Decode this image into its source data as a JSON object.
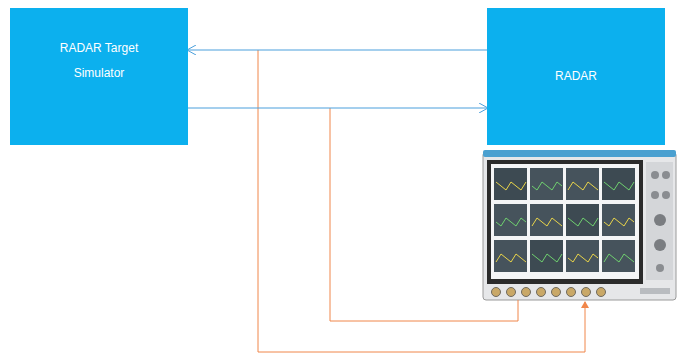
{
  "diagram": {
    "nodes": [
      {
        "text": [
          "RADAR Target Simulator"
        ]
      },
      {
        "text": [
          "RADAR"
        ]
      }
    ],
    "edges": [
      {
        "from": 1,
        "to": 0,
        "arrow": "to"
      },
      {
        "from": 0,
        "to": 1,
        "arrow": "to"
      }
    ]
  }
}
